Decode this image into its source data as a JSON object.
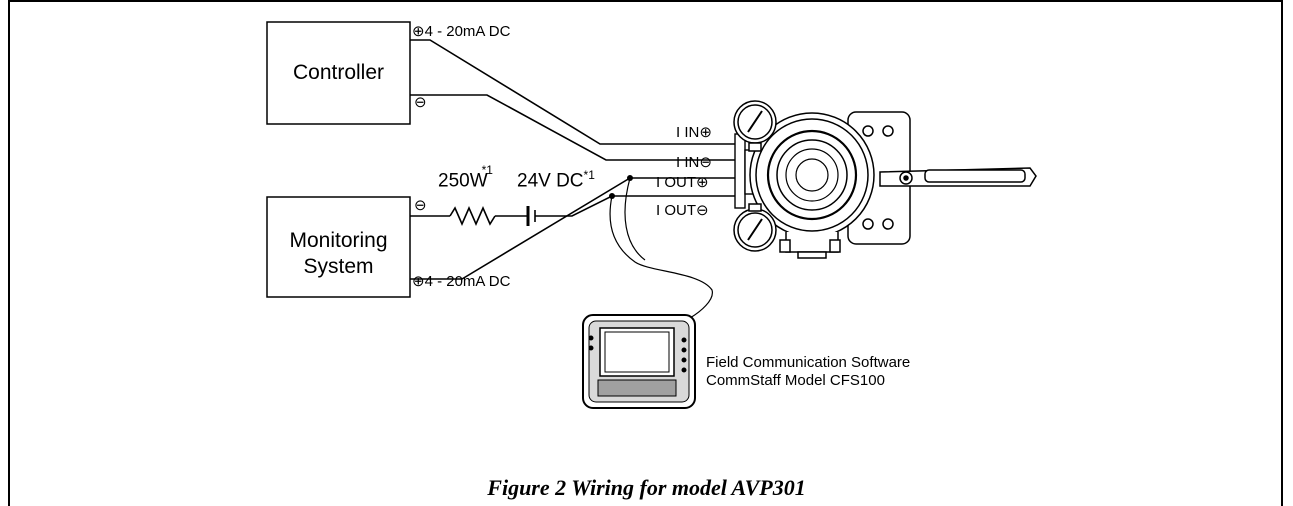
{
  "controller": {
    "label": "Controller"
  },
  "monitoring": {
    "label_line1": "Monitoring",
    "label_line2": "System"
  },
  "signals": {
    "controller_plus": "4 - 20mA DC",
    "monitoring_plus": "4 - 20mA DC",
    "plus_symbol": "⊕",
    "minus_symbol": "⊖"
  },
  "terminals": {
    "i_in_plus": "I IN",
    "i_in_minus": "I IN",
    "i_out_plus": "I OUT",
    "i_out_minus": "I OUT"
  },
  "components": {
    "resistor": "250W",
    "resistor_note": "*1",
    "supply": "24V DC",
    "supply_note": "*1"
  },
  "software": {
    "line1": "Field Communication Software",
    "line2": "CommStaff Model CFS100"
  },
  "caption": "Figure 2  Wiring for model AVP301"
}
